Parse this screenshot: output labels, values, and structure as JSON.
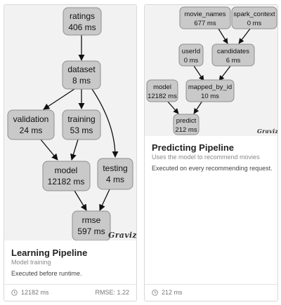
{
  "learning": {
    "nodes": {
      "ratings": {
        "name": "ratings",
        "time": "406 ms"
      },
      "dataset": {
        "name": "dataset",
        "time": "8 ms"
      },
      "validation": {
        "name": "validation",
        "time": "24 ms"
      },
      "training": {
        "name": "training",
        "time": "53 ms"
      },
      "model": {
        "name": "model",
        "time": "12182 ms"
      },
      "testing": {
        "name": "testing",
        "time": "4 ms"
      },
      "rmse": {
        "name": "rmse",
        "time": "597 ms"
      }
    },
    "watermark": "Gravizo",
    "title": "Learning Pipeline",
    "subtitle": "Model training",
    "description": "Executed before runtime.",
    "footer_time": "12182 ms",
    "footer_metric": "RMSE: 1.22"
  },
  "predicting": {
    "nodes": {
      "movie_names": {
        "name": "movie_names",
        "time": "677 ms"
      },
      "spark_context": {
        "name": "spark_context",
        "time": "0 ms"
      },
      "userid": {
        "name": "userId",
        "time": "0 ms"
      },
      "candidates": {
        "name": "candidates",
        "time": "6 ms"
      },
      "model": {
        "name": "model",
        "time": "12182 ms"
      },
      "mapped_by_id": {
        "name": "mapped_by_id",
        "time": "10 ms"
      },
      "predict": {
        "name": "predict",
        "time": "212 ms"
      }
    },
    "watermark": "Gravizo",
    "title": "Predicting Pipeline",
    "subtitle": "Uses the model to recommend movies",
    "description": "Executed on every recommending request.",
    "footer_time": "212 ms"
  },
  "icons": {
    "footer": "clock-icon"
  }
}
